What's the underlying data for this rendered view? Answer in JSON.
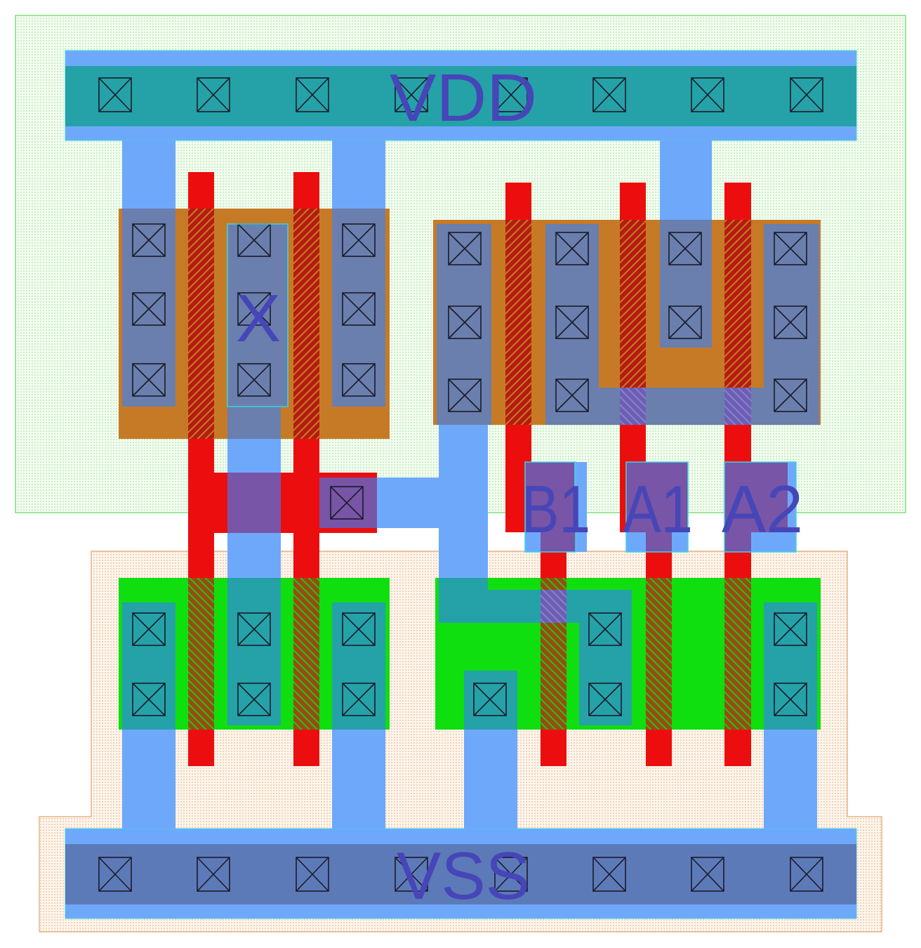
{
  "diagram": {
    "type": "standard-cell-layout",
    "cell_nets": [
      "VDD",
      "VSS",
      "X",
      "B1",
      "A1",
      "A2"
    ]
  },
  "layers": {
    "nwell": {
      "name": "N-well",
      "stroke": "#7ee07e",
      "fill": "#e9f9e6",
      "dot": "#9fe59f"
    },
    "pwell": {
      "name": "P-well",
      "stroke": "#e3b58a",
      "fill": "#fbf1e6",
      "dot": "#e8b98f"
    },
    "pdiff": {
      "name": "P-diffusion",
      "color": "#c77a26"
    },
    "ndiff": {
      "name": "N-diffusion",
      "color": "#0fde0f"
    },
    "poly": {
      "name": "Poly",
      "color": "#ec0e0e"
    },
    "metal1": {
      "name": "Metal1",
      "color": "#6ea8fb"
    },
    "metal1_on_pdiff": {
      "color": "#6a7fad"
    },
    "metal1_on_ndiff": {
      "color": "#24a2a8"
    },
    "metal1_on_poly": {
      "color": "#7855a6"
    },
    "contact": {
      "name": "Contact",
      "stroke": "#1a1a2a"
    },
    "pin_outline": {
      "color": "#39d6e0"
    },
    "label_color": "#4646b8"
  },
  "labels": {
    "vdd": "VDD",
    "vss": "VSS",
    "x": "X",
    "b1": "B1",
    "a1": "A1",
    "a2": "A2"
  }
}
